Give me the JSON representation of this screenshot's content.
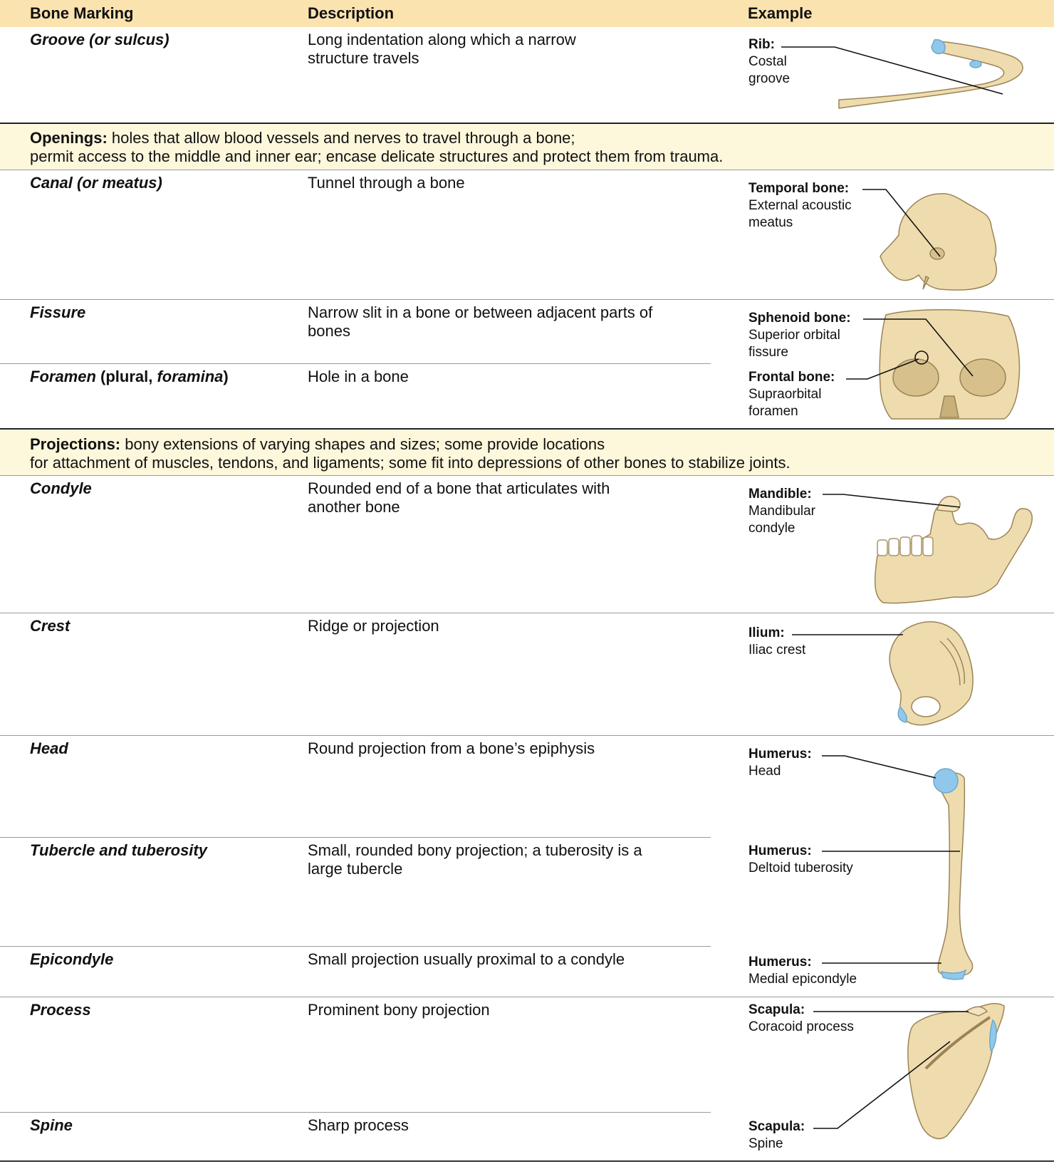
{
  "header": {
    "col1": "Bone Marking",
    "col2": "Description",
    "col3": "Example"
  },
  "bands": {
    "openings": {
      "label": "Openings:",
      "line1": " holes that allow blood vessels and nerves to travel through a bone;",
      "line2": "permit access to the middle and inner ear; encase delicate structures and protect them from trauma."
    },
    "projections": {
      "label": "Projections:",
      "line1": " bony extensions of varying shapes and sizes; some provide locations",
      "line2": "for attachment of muscles, tendons, and ligaments; some fit into depressions of other bones to stabilize joints."
    }
  },
  "rows": {
    "groove": {
      "term": "Groove (or sulcus)",
      "desc": "Long indentation along which a narrow structure travels",
      "ex_bone": "Rib:",
      "ex_l1": "Costal",
      "ex_l2": "groove"
    },
    "canal": {
      "term": "Canal (or meatus)",
      "desc": "Tunnel through a bone",
      "ex_bone": "Temporal bone:",
      "ex_l1": "External acoustic",
      "ex_l2": "meatus"
    },
    "fissure": {
      "term": "Fissure",
      "desc": "Narrow slit in a bone or between adjacent parts of bones",
      "ex_bone": "Sphenoid bone:",
      "ex_l1": "Superior orbital",
      "ex_l2": "fissure"
    },
    "foramen": {
      "term_a": "Foramen",
      "term_b": " (plural, ",
      "term_c": "foramina",
      "term_d": ")",
      "desc": "Hole in a bone",
      "ex_bone": "Frontal bone:",
      "ex_l1": "Supraorbital",
      "ex_l2": "foramen"
    },
    "condyle": {
      "term": "Condyle",
      "desc": "Rounded end of a bone that articulates with another bone",
      "ex_bone": "Mandible:",
      "ex_l1": "Mandibular",
      "ex_l2": "condyle"
    },
    "crest": {
      "term": "Crest",
      "desc": "Ridge or projection",
      "ex_bone": "Ilium:",
      "ex_l1": "Iliac crest"
    },
    "head": {
      "term": "Head",
      "desc": "Round projection from a bone’s epiphysis",
      "ex_bone": "Humerus:",
      "ex_l1": "Head"
    },
    "tubercle": {
      "term": "Tubercle and tuberosity",
      "desc": "Small, rounded bony projection; a tuberosity is a large tubercle",
      "ex_bone": "Humerus:",
      "ex_l1": "Deltoid tuberosity"
    },
    "epicondyle": {
      "term": "Epicondyle",
      "desc": "Small projection usually proximal to a condyle",
      "ex_bone": "Humerus:",
      "ex_l1": "Medial epicondyle"
    },
    "process": {
      "term": "Process",
      "desc": "Prominent bony projection",
      "ex_bone": "Scapula:",
      "ex_l1": "Coracoid process"
    },
    "spine": {
      "term": "Spine",
      "desc": "Sharp process",
      "ex_bone": "Scapula:",
      "ex_l1": "Spine"
    }
  },
  "colors": {
    "header_bg": "#fbe3b0",
    "band_bg": "#fdf7dc",
    "bone": "#efdcae",
    "cartilage": "#8fc8ea"
  }
}
